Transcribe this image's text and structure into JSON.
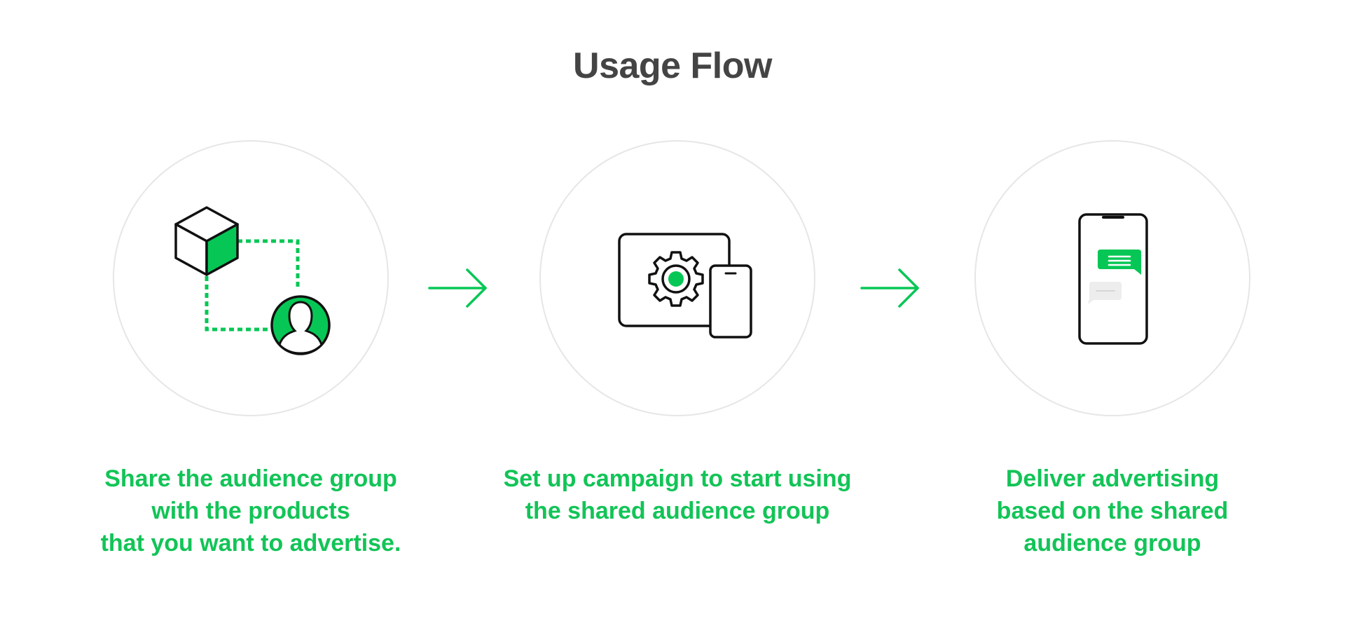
{
  "title": "Usage Flow",
  "colors": {
    "accent": "#06c755",
    "title": "#444444",
    "circle_border": "#e6e6e6",
    "icon_stroke": "#111111"
  },
  "steps": [
    {
      "icon": "cube-share-user-icon",
      "caption_lines": [
        "Share the audience group",
        "with the products",
        "that you want to advertise."
      ]
    },
    {
      "icon": "settings-devices-icon",
      "caption_lines": [
        "Set up campaign to start using",
        "the shared audience group"
      ]
    },
    {
      "icon": "phone-message-icon",
      "caption_lines": [
        "Deliver advertising",
        "based on the shared",
        "audience group"
      ]
    }
  ],
  "arrows": [
    "arrow-right-icon",
    "arrow-right-icon"
  ]
}
